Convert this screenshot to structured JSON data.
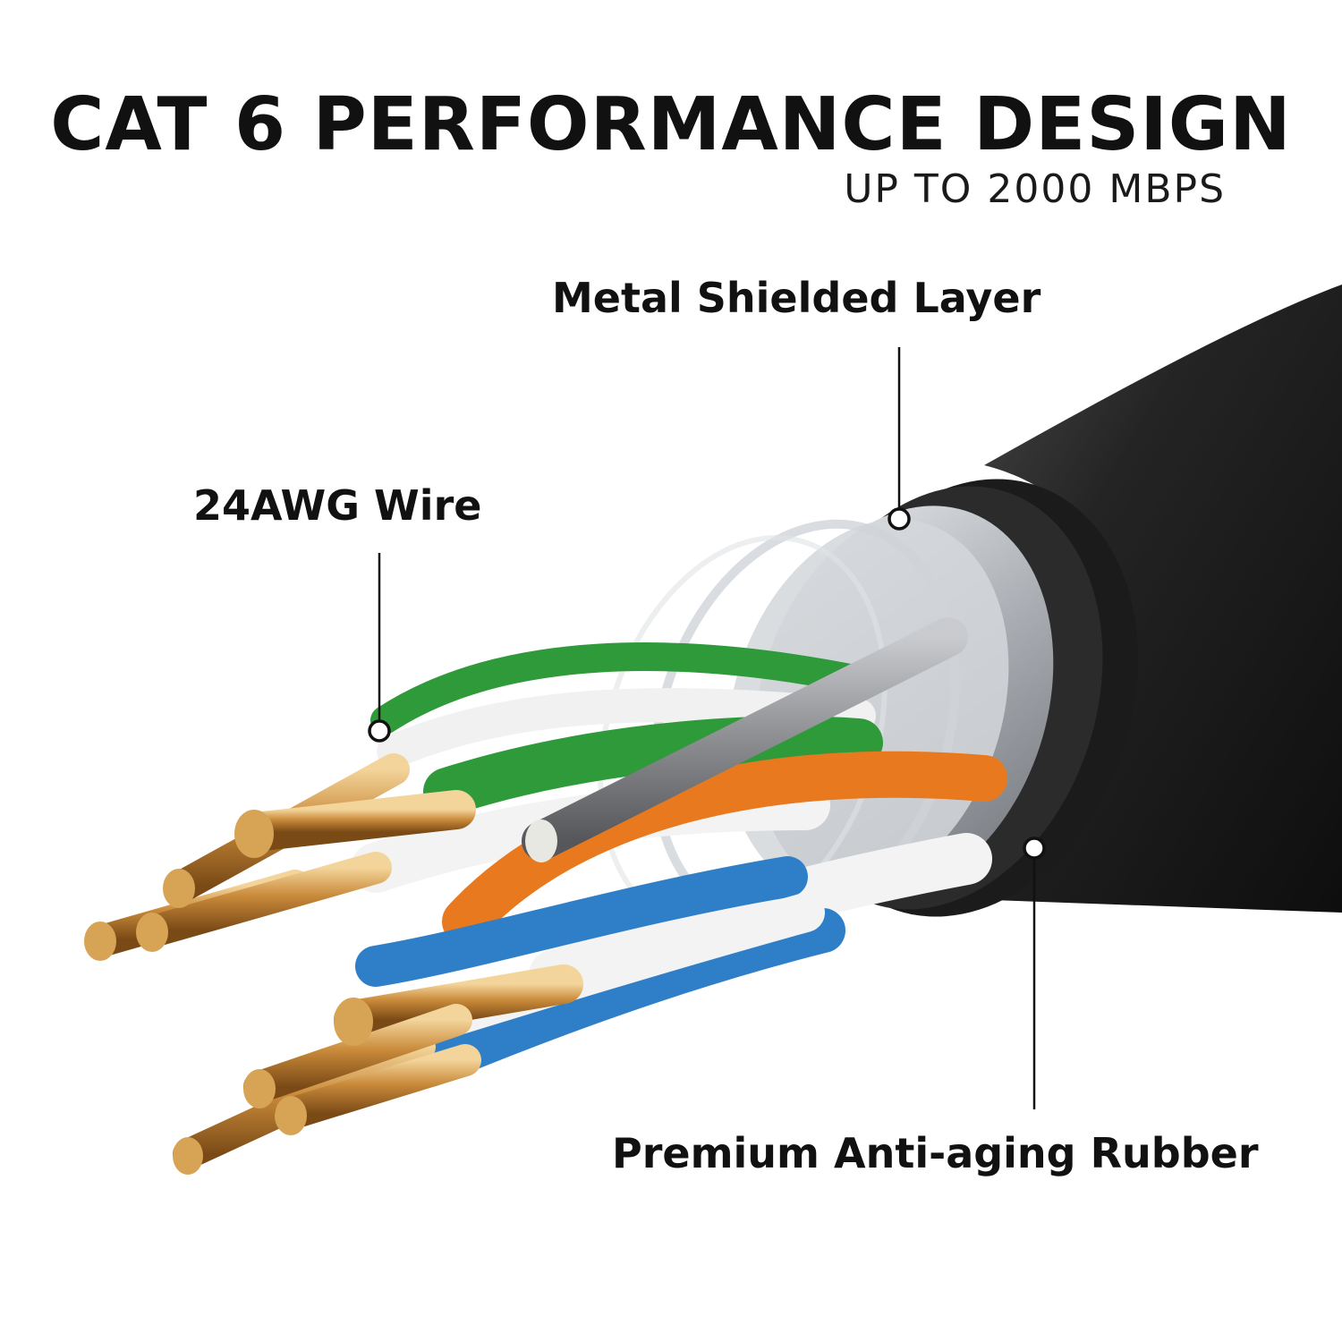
{
  "title": "CAT 6 PERFORMANCE DESIGN",
  "subtitle": "UP TO 2000 MBPS",
  "callouts": {
    "shield": "Metal Shielded Layer",
    "wire": "24AWG Wire",
    "rubber": "Premium Anti-aging Rubber"
  },
  "colors": {
    "jacket": "#1f1f1f",
    "foil": "#b9bcc0",
    "copper": "#c98a3a",
    "green": "#2e9a3a",
    "orange": "#e8791e",
    "blue": "#2f7fc8",
    "drain": "#8c8e92"
  }
}
